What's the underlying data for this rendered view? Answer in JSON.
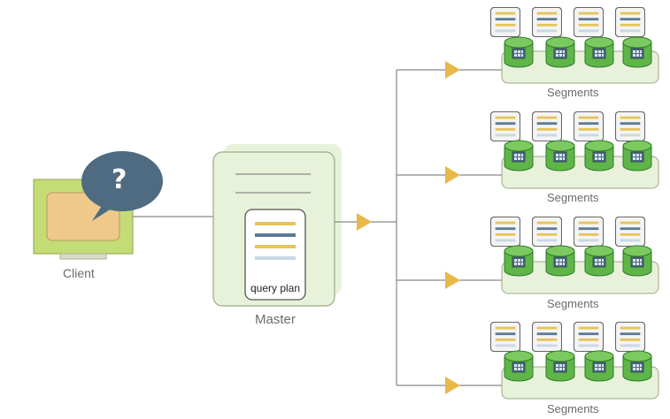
{
  "client": {
    "label": "Client",
    "bubble_text": "?"
  },
  "master": {
    "label": "Master",
    "plan_label": "query plan"
  },
  "segments": [
    {
      "label": "Segments"
    },
    {
      "label": "Segments"
    },
    {
      "label": "Segments"
    },
    {
      "label": "Segments"
    }
  ],
  "colors": {
    "green_fill": "#e8f2da",
    "green_border": "#9aaa86",
    "disk_green": "#5fb548",
    "disk_green_dark": "#2e7a2b",
    "arrow_yellow": "#e8b84a",
    "bubble": "#4e6b82",
    "monitor": "#c4dc76",
    "screen": "#efc98a",
    "line_gray": "#888888",
    "bar_yellow": "#e6c45a",
    "bar_blue": "#5b7a96",
    "bar_light": "#c9d7e2"
  }
}
